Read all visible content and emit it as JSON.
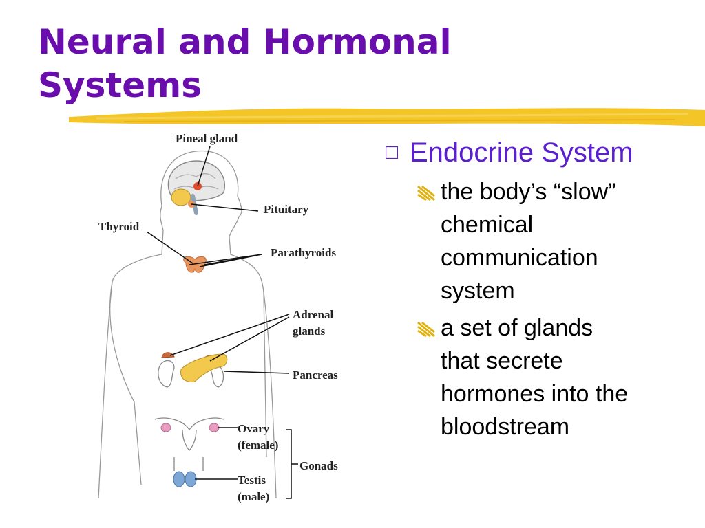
{
  "title": {
    "line1": "Neural and Hormonal",
    "line2": "Systems"
  },
  "colors": {
    "title": "#6a0dad",
    "bullet_heading": "#5b1fcf",
    "underline_brush": "#f2c21b",
    "gland_orange": "#e8965e",
    "gland_yellow": "#f2c94c"
  },
  "figure": {
    "labels": {
      "pineal": "Pineal gland",
      "pituitary": "Pituitary",
      "thyroid": "Thyroid",
      "parathyroids": "Parathyroids",
      "adrenal_1": "Adrenal",
      "adrenal_2": "glands",
      "pancreas": "Pancreas",
      "ovary_1": "Ovary",
      "ovary_2": "(female)",
      "gonads": "Gonads",
      "testis_1": "Testis",
      "testis_2": "(male)"
    }
  },
  "bullets": {
    "heading_marker": "□",
    "heading": "Endocrine System",
    "items": [
      {
        "lines": [
          "the body’s “slow”",
          "chemical",
          "communication",
          "system"
        ]
      },
      {
        "lines": [
          "a set of glands",
          "that secrete",
          "hormones into the",
          "bloodstream"
        ]
      }
    ]
  }
}
